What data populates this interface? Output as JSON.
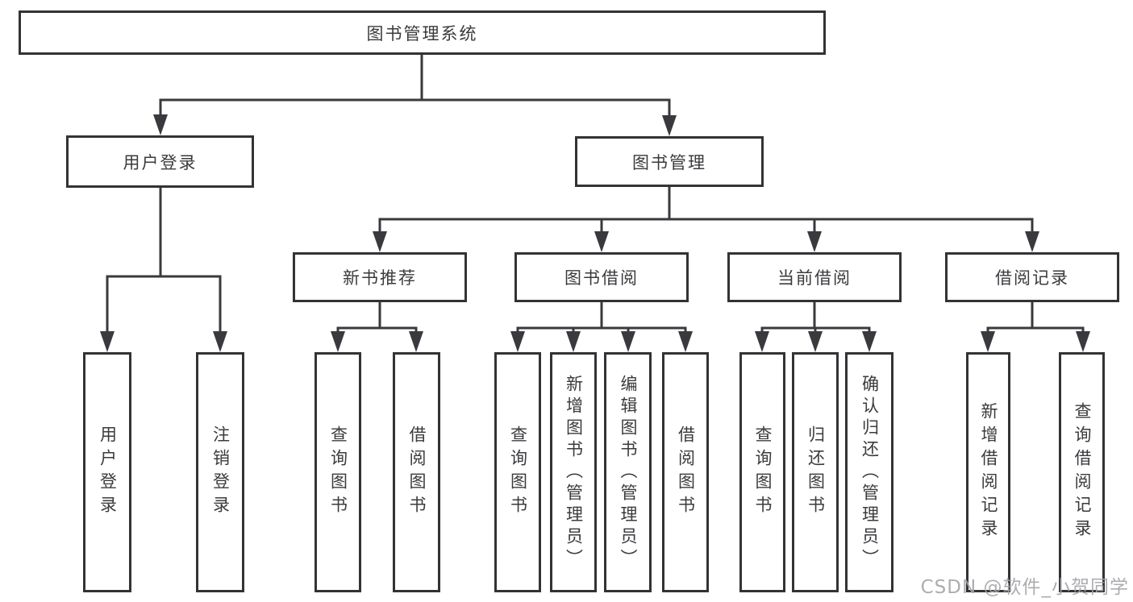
{
  "tree": {
    "root": {
      "label": "图书管理系统"
    },
    "user_login": {
      "label": "用户登录",
      "children": [
        {
          "label": "用户登录"
        },
        {
          "label": "注销登录"
        }
      ]
    },
    "book_management": {
      "label": "图书管理",
      "children": [
        {
          "label": "新书推荐",
          "children": [
            {
              "label": "查询图书"
            },
            {
              "label": "借阅图书"
            }
          ]
        },
        {
          "label": "图书借阅",
          "children": [
            {
              "label": "查询图书"
            },
            {
              "label": "新增图书（管理员）"
            },
            {
              "label": "编辑图书（管理员）"
            },
            {
              "label": "借阅图书"
            }
          ]
        },
        {
          "label": "当前借阅",
          "children": [
            {
              "label": "查询图书"
            },
            {
              "label": "归还图书"
            },
            {
              "label": "确认归还（管理员）"
            }
          ]
        },
        {
          "label": "借阅记录",
          "children": [
            {
              "label": "新增借阅记录"
            },
            {
              "label": "查询借阅记录"
            }
          ]
        }
      ]
    }
  },
  "watermark": {
    "text": "CSDN @软件_小贺同学"
  },
  "colors": {
    "line": "#3a3a3e",
    "box_border": "#333336",
    "text": "#3b3b3f",
    "watermark": "#a4a4a8",
    "background": "#ffffff"
  }
}
